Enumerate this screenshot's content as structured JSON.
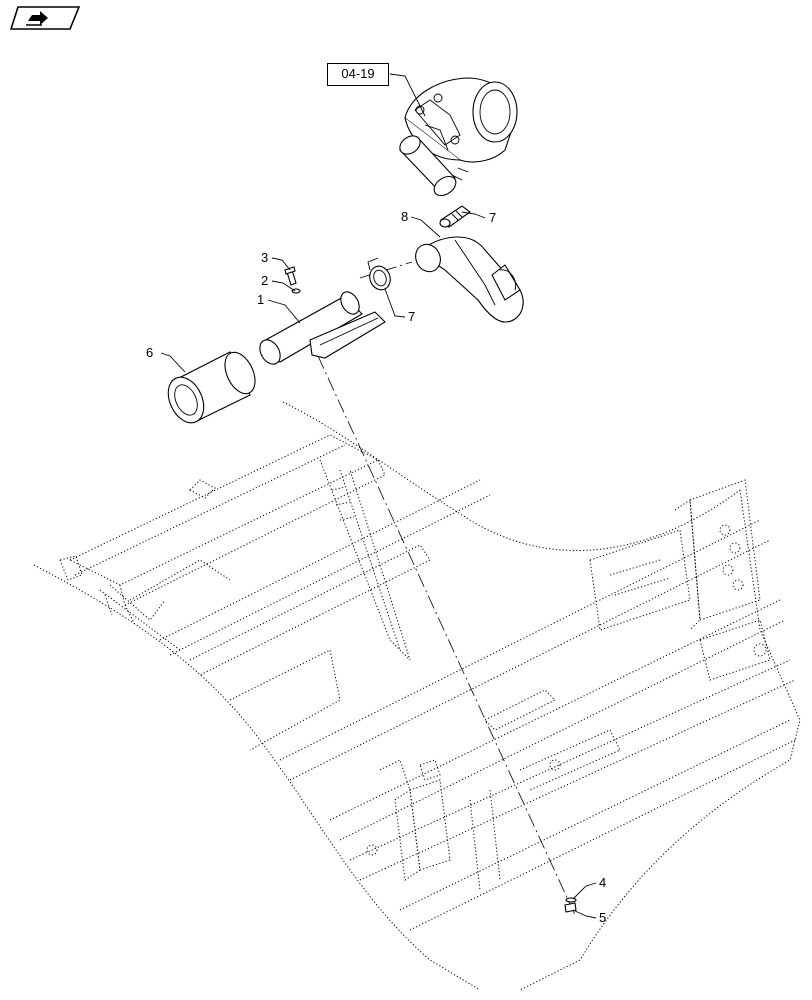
{
  "reference": {
    "label": "04-19"
  },
  "callouts": {
    "c1": "1",
    "c2": "2",
    "c3": "3",
    "c4": "4",
    "c5": "5",
    "c6": "6",
    "c7a": "7",
    "c7b": "7",
    "c8": "8"
  },
  "icons": {
    "nav": "arrow-right-icon"
  }
}
